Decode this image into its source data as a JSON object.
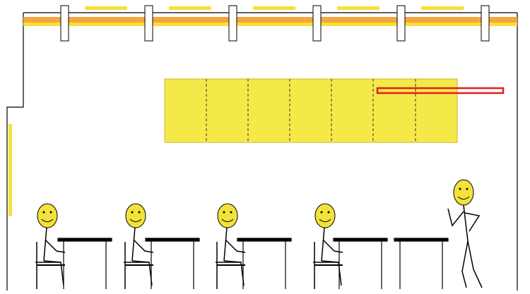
{
  "colors": {
    "wall": "#000000",
    "board": "#f5e94a",
    "board_border": "#c8b22a",
    "window_yellow": "#f7df3a",
    "window_orange": "#f4a641",
    "face": "#f2e23a",
    "highlight": "#e21d1d",
    "ink": "#000000"
  },
  "board": {
    "panel_count": 7
  },
  "windows": {
    "count": 6
  },
  "students": {
    "count": 4
  },
  "desks": {
    "count": 5
  }
}
